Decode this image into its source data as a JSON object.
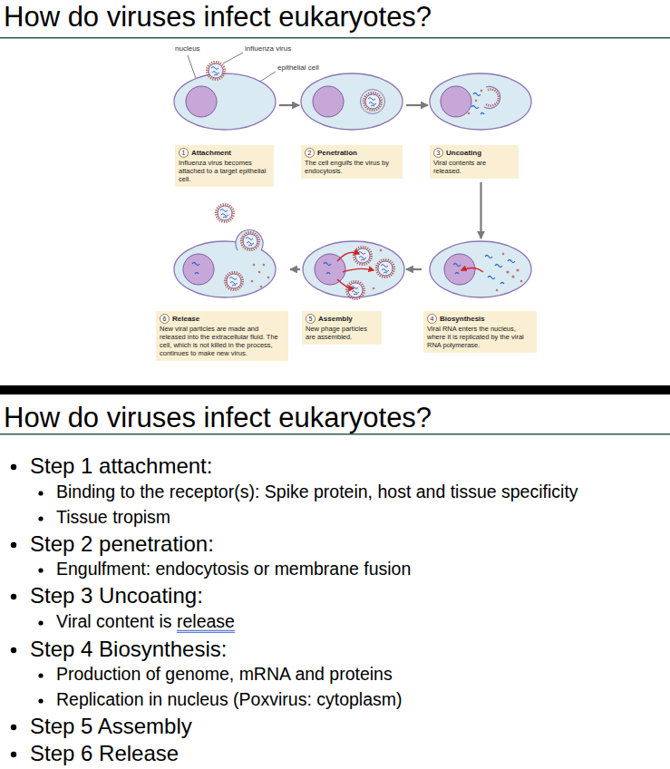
{
  "diagram": {
    "title": "How do viruses infect eukaryotes?",
    "nodes": [
      {
        "text": [
          "1",
          "Attachment",
          "Influenza virus becomes attached to a target epithelial cell."
        ]
      },
      {
        "text": [
          "2",
          "Penetration",
          "The cell engulfs the virus by endocytosis."
        ]
      },
      {
        "text": [
          "3",
          "Uncoating",
          "Viral contents are released."
        ]
      },
      {
        "text": [
          "4",
          "Biosynthesis",
          "Viral RNA enters the nucleus, where it is replicated by the viral RNA polymerase."
        ]
      },
      {
        "text": [
          "5",
          "Assembly",
          "New phage particles are assembled."
        ]
      },
      {
        "text": [
          "6",
          "Release",
          "New viral particles are made and released into the extracellular fluid. The cell, which is not killed in the process, continues to make new virus."
        ]
      }
    ],
    "edges": [
      {
        "from": 0,
        "to": 1,
        "arrow": "to"
      },
      {
        "from": 1,
        "to": 2,
        "arrow": "to"
      },
      {
        "from": 2,
        "to": 3,
        "arrow": "to"
      },
      {
        "from": 3,
        "to": 4,
        "arrow": "to"
      },
      {
        "from": 4,
        "to": 5,
        "arrow": "to"
      }
    ],
    "labels": [
      "nucleus",
      "influenza virus",
      "epithelial cell",
      "How do viruses infect eukaryotes?",
      "Step 1 attachment:",
      "Binding to the receptor(s): Spike protein, host and tissue specificity",
      "Tissue tropism",
      "Step 2 penetration:",
      "Engulfment: endocytosis or membrane fusion",
      "Step 3 Uncoating:",
      "Viral content is release",
      "Step 4 Biosynthesis:",
      "Production of genome, mRNA and proteins",
      "Replication in nucleus (Poxvirus: cytoplasm)",
      "Step 5 Assembly",
      "Step 6 Release"
    ]
  }
}
